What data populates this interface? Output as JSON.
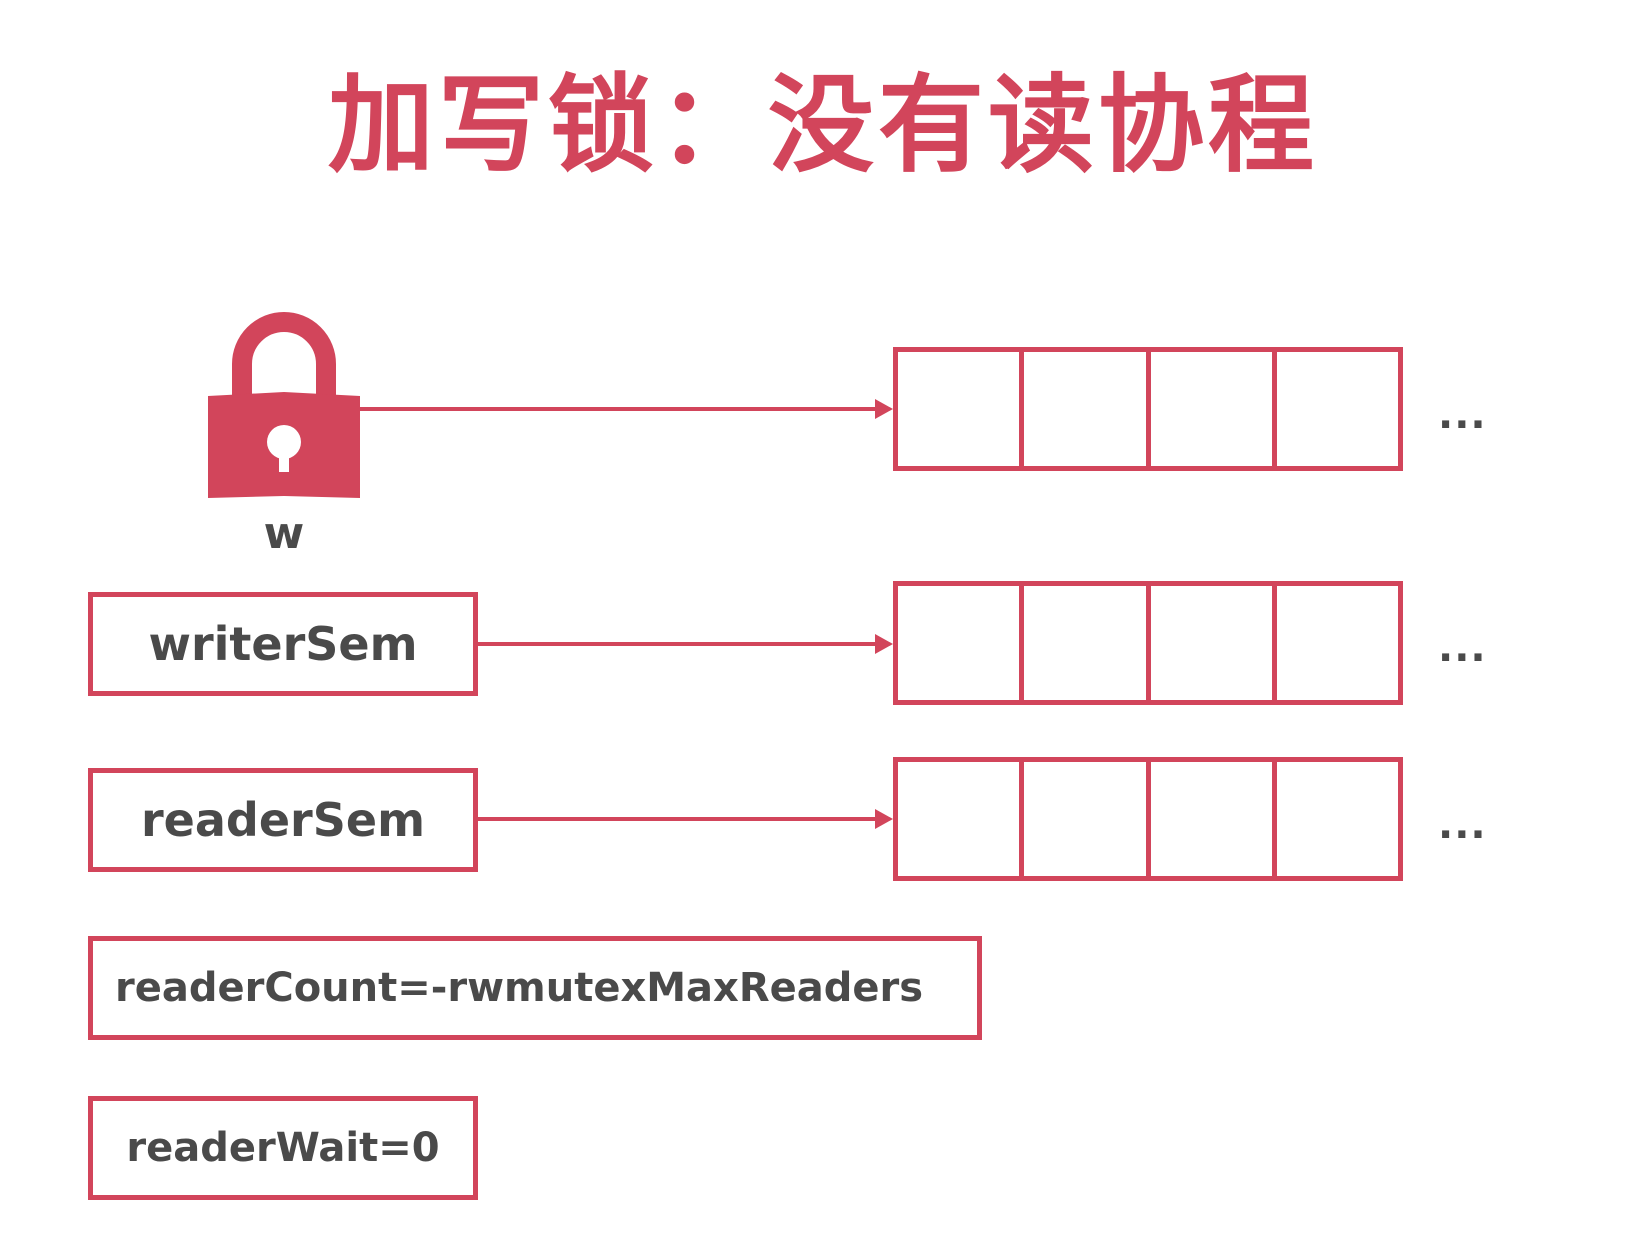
{
  "title": "加写锁：没有读协程",
  "lock": {
    "label": "w"
  },
  "fields": {
    "writer_sem": "writerSem",
    "reader_sem": "readerSem",
    "reader_count": "readerCount=-rwmutexMaxReaders",
    "reader_wait": "readerWait=0"
  },
  "queues": {
    "ellipsis": "..."
  },
  "colors": {
    "accent": "#d2455b",
    "text": "#4a4a4a",
    "background": "#ffffff"
  }
}
